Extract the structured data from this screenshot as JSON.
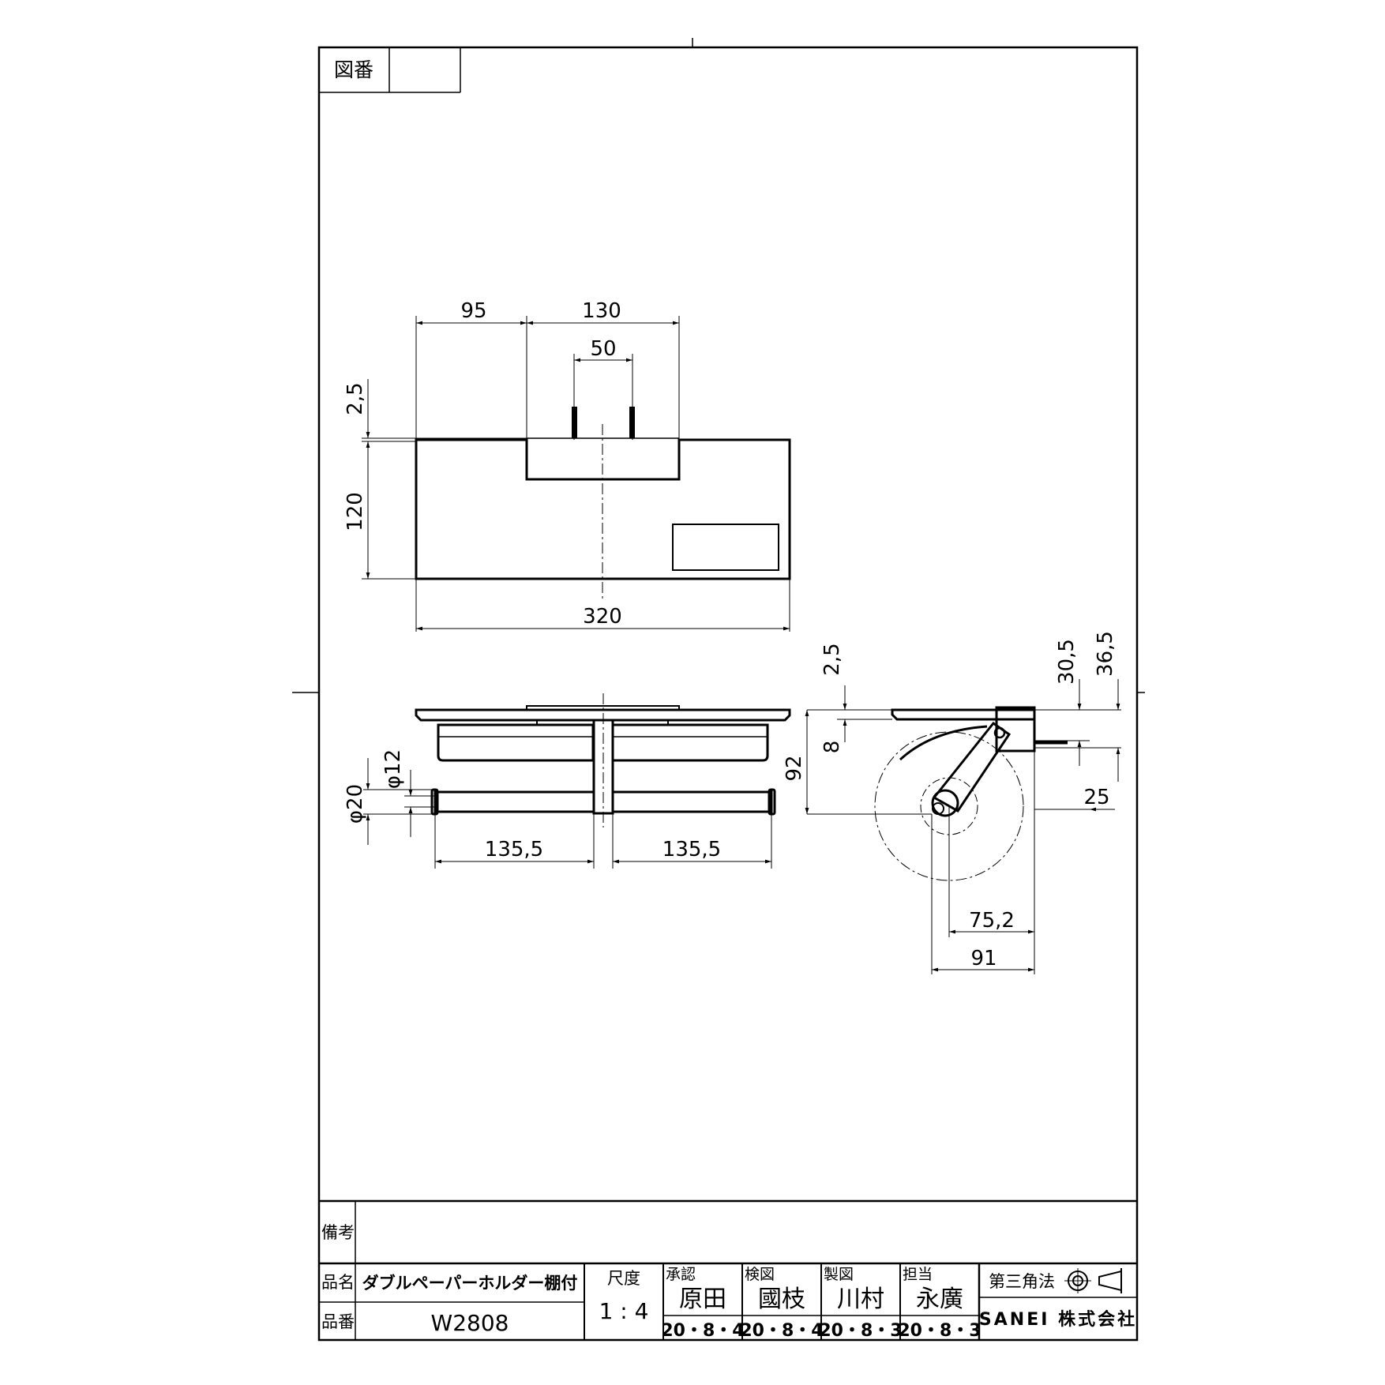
{
  "title_block": {
    "drawing_no_label": "図番",
    "drawing_no_value": "",
    "remarks_label": "備考",
    "remarks_value": "",
    "product_name_label": "品名",
    "product_name": "ダブルペーパーホルダー棚付",
    "product_no_label": "品番",
    "product_no": "W2808",
    "scale_label": "尺度",
    "scale_value": "1 : 4",
    "approval_label": "承認",
    "approval_name": "原田",
    "approval_date": "20・8・4",
    "check_label": "検図",
    "check_name": "國枝",
    "check_date": "20・8・4",
    "draft_label": "製図",
    "draft_name": "川村",
    "draft_date": "20・8・3",
    "charge_label": "担当",
    "charge_name": "永廣",
    "charge_date": "20・8・3",
    "projection_label": "第三角法",
    "company": "SANEI 株式会社"
  },
  "dimensions": {
    "top_95": "95",
    "top_130": "130",
    "top_50": "50",
    "top_2_5": "2,5",
    "top_120": "120",
    "top_320": "320",
    "front_phi12": "φ12",
    "front_phi20": "φ20",
    "front_135_5_left": "135,5",
    "front_135_5_right": "135,5",
    "side_2_5": "2,5",
    "side_8": "8",
    "side_92": "92",
    "side_30_5": "30,5",
    "side_36_5": "36,5",
    "side_25": "25",
    "side_75_2": "75,2",
    "side_91": "91"
  }
}
